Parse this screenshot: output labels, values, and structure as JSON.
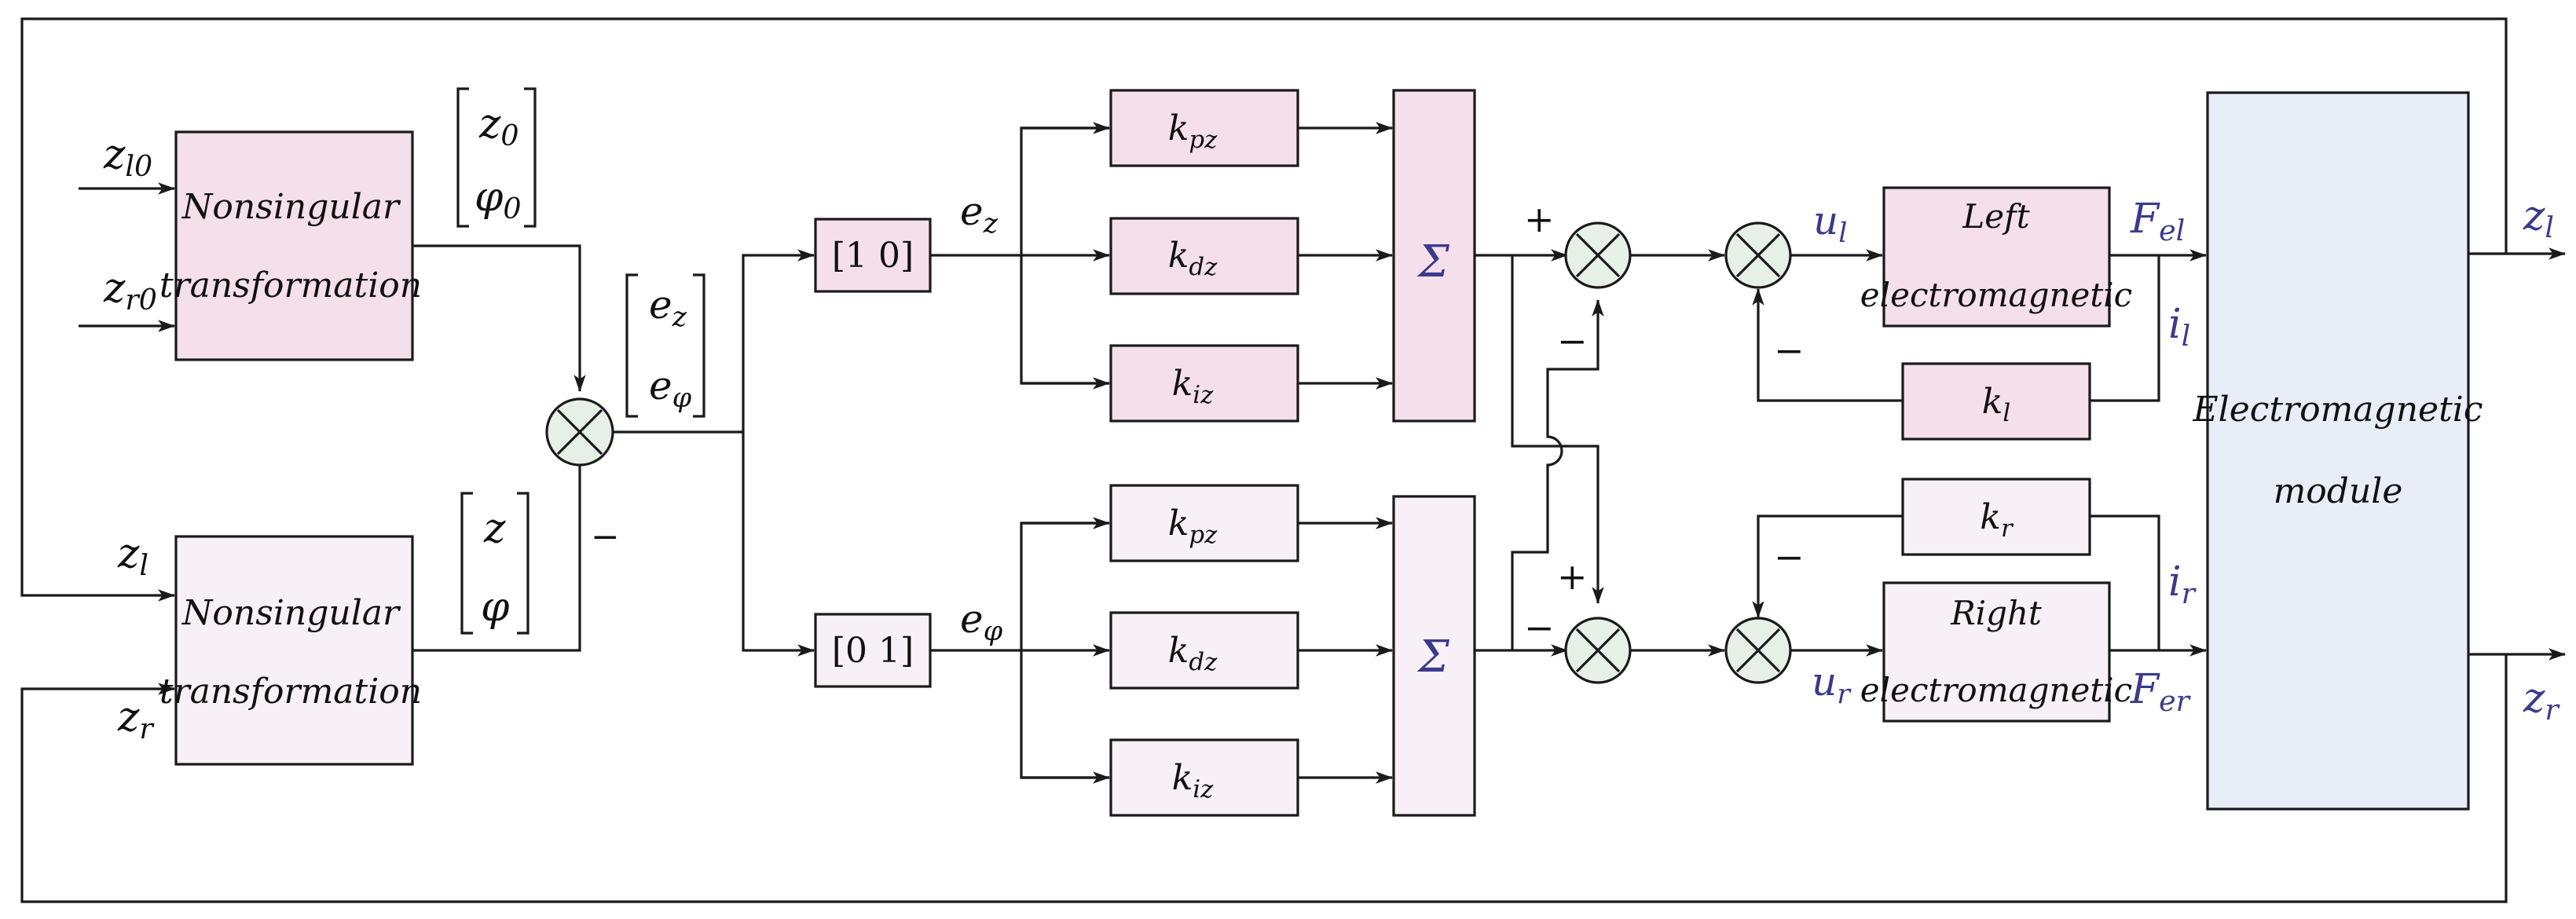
{
  "colors": {
    "pink_fill": "#f4dfeb",
    "light_pink_fill": "#f7f0f7",
    "module_fill": "#e8eef8",
    "junction_fill": "#e6f0e6",
    "blue_text": "#3b3b8c"
  },
  "inputs": {
    "zl0": {
      "base": "z",
      "sub": "l0"
    },
    "zr0": {
      "base": "z",
      "sub": "r0"
    },
    "zl": {
      "base": "z",
      "sub": "l"
    },
    "zr": {
      "base": "z",
      "sub": "r"
    }
  },
  "transforms": {
    "top": {
      "line1": "Nonsingular",
      "line2": "transformation"
    },
    "bottom": {
      "line1": "Nonsingular",
      "line2": "transformation"
    }
  },
  "vectors": {
    "ref": {
      "row1_base": "z",
      "row1_sub": "0",
      "row2_base": "φ",
      "row2_sub": "0"
    },
    "meas": {
      "row1": "z",
      "row2": "φ"
    },
    "err": {
      "row1_base": "e",
      "row1_sub": "z",
      "row2_base": "e",
      "row2_sub": "φ"
    }
  },
  "selectors": {
    "top": "[1 0]",
    "bottom": "[0 1]"
  },
  "errors": {
    "ez": {
      "base": "e",
      "sub": "z"
    },
    "ephi": {
      "base": "e",
      "sub": "φ"
    }
  },
  "gains": {
    "top": [
      {
        "base": "k",
        "sub": "pz"
      },
      {
        "base": "k",
        "sub": "dz"
      },
      {
        "base": "k",
        "sub": "iz"
      }
    ],
    "bottom": [
      {
        "base": "k",
        "sub": "pz"
      },
      {
        "base": "k",
        "sub": "dz"
      },
      {
        "base": "k",
        "sub": "iz"
      }
    ]
  },
  "summers": {
    "top": "Σ",
    "bottom": "Σ"
  },
  "signs": {
    "plus": "+",
    "minus": "−"
  },
  "controls": {
    "ul": {
      "base": "u",
      "sub": "l"
    },
    "ur": {
      "base": "u",
      "sub": "r"
    }
  },
  "magnets": {
    "left": {
      "line1": "Left",
      "line2": "electromagnetic"
    },
    "right": {
      "line1": "Right",
      "line2": "electromagnetic"
    }
  },
  "feedback_gains": {
    "kl": {
      "base": "k",
      "sub": "l"
    },
    "kr": {
      "base": "k",
      "sub": "r"
    }
  },
  "forces": {
    "Fel": {
      "base": "F",
      "sub": "el"
    },
    "Fer": {
      "base": "F",
      "sub": "er"
    }
  },
  "currents": {
    "il": {
      "base": "i",
      "sub": "l"
    },
    "ir": {
      "base": "i",
      "sub": "r"
    }
  },
  "module": {
    "line1": "Electromagnetic",
    "line2": "module"
  },
  "outputs": {
    "zl": {
      "base": "z",
      "sub": "l"
    },
    "zr": {
      "base": "z",
      "sub": "r"
    }
  }
}
